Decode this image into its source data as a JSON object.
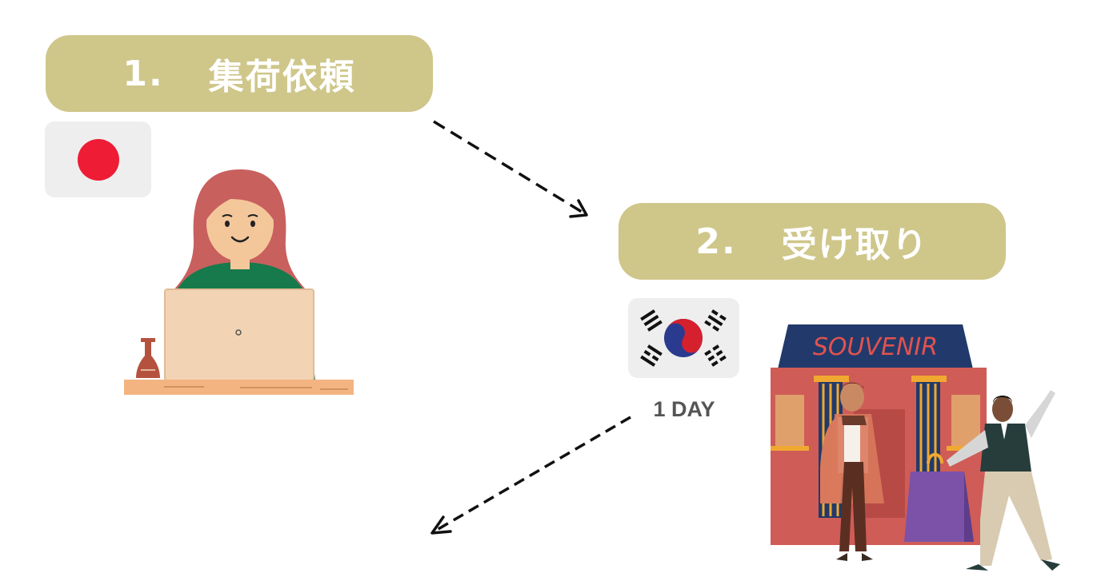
{
  "colors": {
    "pill": "#cfc68a",
    "pill_text": "#ffffff",
    "card": "#eeeeee",
    "duration_text": "#555555",
    "arrow": "#111111"
  },
  "steps": [
    {
      "number": "1.",
      "label": "集荷依頼",
      "flag_icon": "japan-flag-icon",
      "illustration": "woman-with-laptop"
    },
    {
      "number": "2.",
      "label": "受け取り",
      "flag_icon": "korea-flag-icon",
      "illustration": "souvenir-shop"
    }
  ],
  "duration": "1 DAY",
  "shop_sign": "SOUVENIR"
}
